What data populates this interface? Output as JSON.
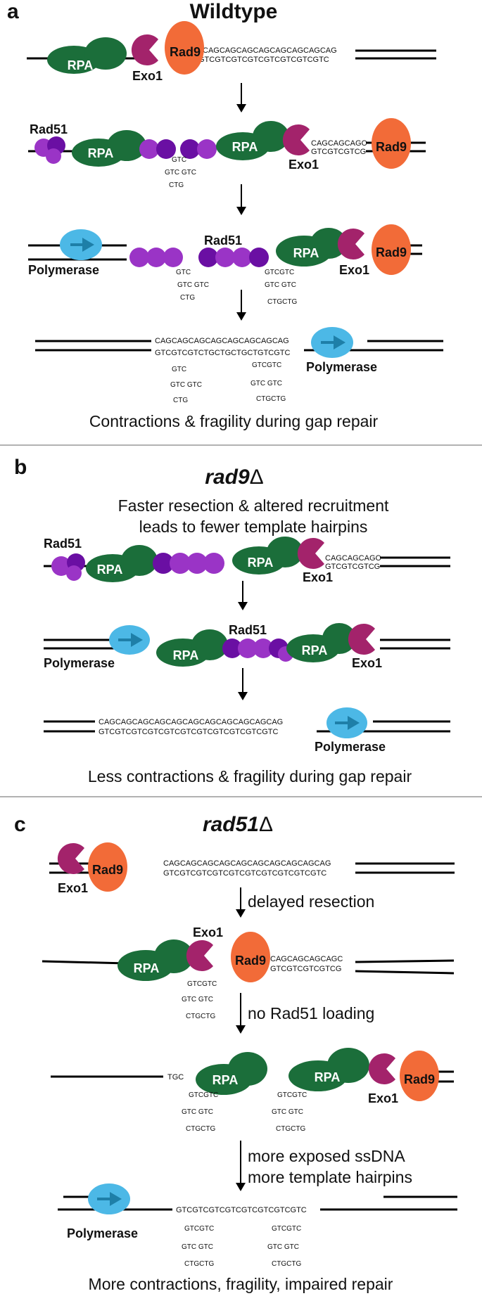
{
  "panels": {
    "a": {
      "letter": "a",
      "title": "Wildtype",
      "caption": "Contractions & fragility during gap repair",
      "seq_top": "CAGCAGCAGCAGCAGCAGCAGCAG",
      "seq_bottom": "GTCGTCGTCGTCGTCGTCGTCGTC",
      "seq_top_short": "CAGCAGCAGC",
      "seq_bottom_short": "GTCGTCGTCG",
      "final_top": "CAGCAGCAGCAGCAGCAGCAGCAG",
      "final_bottom": "GTCGTCGTCTGCTGCTGCTGTCGTC"
    },
    "b": {
      "letter": "b",
      "title": "rad9",
      "title_symbol": "Δ",
      "subtitle_line1": "Faster resection & altered recruitment",
      "subtitle_line2": "leads to fewer template hairpins",
      "caption": "Less contractions & fragility during gap repair",
      "seq_top_short": "CAGCAGCAGC",
      "seq_bottom_short": "GTCGTCGTCG",
      "final_top": "CAGCAGCAGCAGCAGCAGCAGCAGCAGCAGCAG",
      "final_bottom": "GTCGTCGTCGTCGTCGTCGTCGTCGTCGTCGTC"
    },
    "c": {
      "letter": "c",
      "title": "rad51",
      "title_symbol": "Δ",
      "step1_label": "delayed resection",
      "step2_label": "no Rad51 loading",
      "step3_label_line1": "more exposed ssDNA",
      "step3_label_line2": "more template hairpins",
      "caption": "More contractions, fragility, impaired repair",
      "seq_top": "CAGCAGCAGCAGCAGCAGCAGCAGCAGCAG",
      "seq_bottom": "GTCGTCGTCGTCGTCGTCGTCGTCGTCGTC",
      "seq2_top": "CAGCAGCAGCAGC",
      "seq2_bottom": "GTCGTCGTCGTCG",
      "final_bottom": "GTCGTCGTCGTCGTCGTCGTCGTC"
    }
  },
  "proteins": {
    "rpa": "RPA",
    "rad9": "Rad9",
    "exo1": "Exo1",
    "rad51": "Rad51",
    "polymerase": "Polymerase"
  },
  "hairpin": {
    "stem_left": "GTC",
    "stem_right": "GTC",
    "loop": "GTC"
  },
  "colors": {
    "rpa": "#1b6e3a",
    "rad9": "#f26b38",
    "exo1": "#a3236b",
    "rad51_light": "#9a34c6",
    "rad51_dark": "#6a0fa3",
    "polymerase": "#4cb8e6",
    "polymerase_arrow": "#1e7fa8"
  }
}
